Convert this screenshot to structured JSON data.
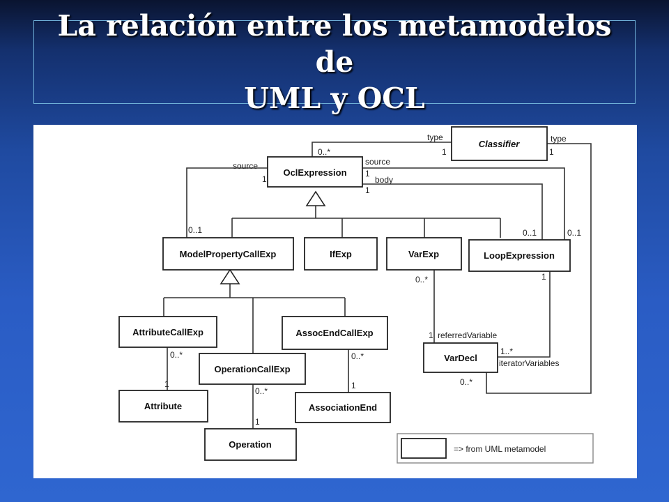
{
  "slide": {
    "title_line1": "La relación entre los metamodelos de",
    "title_line2": "UML y OCL"
  },
  "classes": {
    "classifier": "Classifier",
    "ocl_expression": "OclExpression",
    "model_property_call_exp": "ModelPropertyCallExp",
    "if_exp": "IfExp",
    "var_exp": "VarExp",
    "loop_expression": "LoopExpression",
    "attribute_call_exp": "AttributeCallExp",
    "operation_call_exp": "OperationCallExp",
    "assoc_end_call_exp": "AssocEndCallExp",
    "attribute": "Attribute",
    "operation": "Operation",
    "association_end": "AssociationEnd",
    "var_decl": "VarDecl"
  },
  "labels": {
    "type_left": "type",
    "type_right": "type",
    "source_left": "source",
    "source_right": "source",
    "body": "body",
    "referred_variable": "referredVariable",
    "iterator_variables": "iteratorVariables"
  },
  "multiplicities": {
    "zero_many": "0..*",
    "one": "1",
    "zero_one": "0..1",
    "one_many": "1..*"
  },
  "legend": {
    "text": "=> from UML metamodel"
  }
}
